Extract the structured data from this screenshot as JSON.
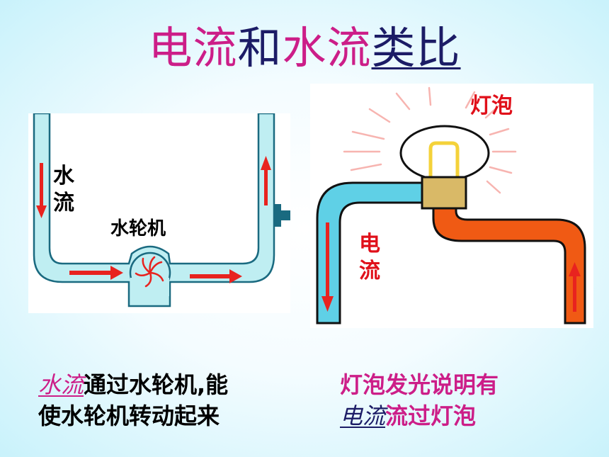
{
  "title": {
    "part1": "电流",
    "part2": "和",
    "part3": "水流",
    "part4": "类比"
  },
  "water_diagram": {
    "label_water_flow": "水\n流",
    "label_turbine": "水轮机"
  },
  "circuit_diagram": {
    "label_bulb": "灯泡",
    "label_current": "电\n流"
  },
  "captions": {
    "left_line1_em": "水流",
    "left_line1_rest": "通过水轮机,能",
    "left_line2": "使水轮机转动起来",
    "right_line1": "灯泡发光说明有",
    "right_line2_em": "电流",
    "right_line2_rest": "流过灯泡"
  },
  "colors": {
    "water_pipe": "#bfeef2",
    "water_outline": "#1a6a80",
    "arrow": "#e8231f",
    "pipe_blue": "#5fd0e6",
    "pipe_orange": "#f05a14",
    "bulb_base": "#d9b967",
    "filament": "#f4d23a",
    "title_magenta": "#cc1e88",
    "title_navy": "#1c1c66"
  }
}
